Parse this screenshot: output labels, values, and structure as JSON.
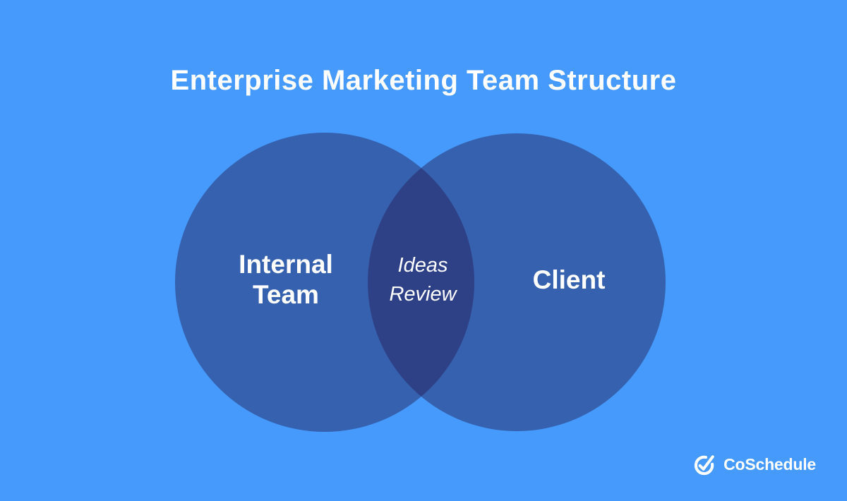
{
  "title": "Enterprise Marketing Team Structure",
  "venn": {
    "left_label": [
      "Internal",
      "Team"
    ],
    "overlap_label": [
      "Ideas",
      "Review"
    ],
    "right_label": "Client"
  },
  "logo": {
    "text": "CoSchedule",
    "icon": "check-circle-icon"
  },
  "colors": {
    "background": "#459AFB",
    "circle": "#3561AE",
    "overlap": "#2E4187",
    "text": "#FFFFFF"
  }
}
